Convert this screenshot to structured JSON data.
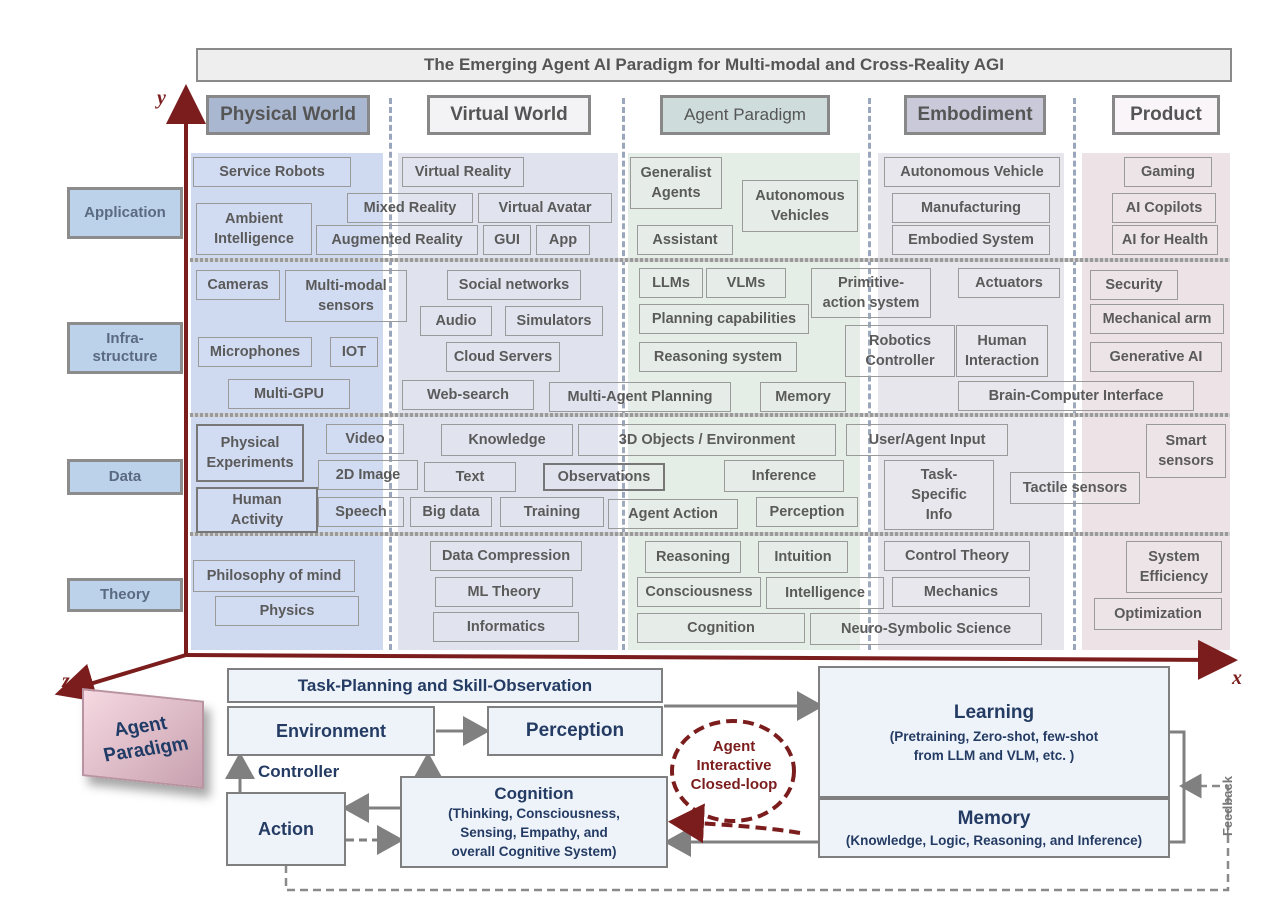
{
  "title": "The Emerging Agent AI Paradigm for Multi-modal and Cross-Reality AGI",
  "axes": {
    "y": "y",
    "x": "x",
    "z": "z"
  },
  "columns": [
    "Physical World",
    "Virtual World",
    "Agent Paradigm",
    "Embodiment",
    "Product"
  ],
  "rows": [
    "Application",
    "Infra-\nstructure",
    "Data",
    "Theory"
  ],
  "cells": {
    "service_robots": "Service Robots",
    "ambient": "Ambient\nIntelligence",
    "vr": "Virtual Reality",
    "mixed": "Mixed Reality",
    "avatar": "Virtual Avatar",
    "ar": "Augmented Reality",
    "gui": "GUI",
    "app": "App",
    "generalist": "Generalist\nAgents",
    "auto_vehicles": "Autonomous\nVehicles",
    "assistant": "Assistant",
    "auto_vehicle": "Autonomous Vehicle",
    "manufacturing": "Manufacturing",
    "embodied": "Embodied System",
    "gaming": "Gaming",
    "copilots": "AI Copilots",
    "health": "AI for Health",
    "cameras": "Cameras",
    "mm_sensors": "Multi-modal\nsensors",
    "microphones": "Microphones",
    "iot": "IOT",
    "multigpu": "Multi-GPU",
    "social": "Social networks",
    "audio": "Audio",
    "simulators": "Simulators",
    "cloud": "Cloud Servers",
    "websearch": "Web-search",
    "llms": "LLMs",
    "vlms": "VLMs",
    "primitive": "Primitive-\naction system",
    "planning_cap": "Planning capabilities",
    "reasoning_sys": "Reasoning system",
    "multi_agent": "Multi-Agent Planning",
    "memory_cell": "Memory",
    "actuators": "Actuators",
    "robotics": "Robotics\nController",
    "human_int": "Human\nInteraction",
    "bci": "Brain-Computer Interface",
    "security": "Security",
    "mech_arm": "Mechanical arm",
    "gen_ai": "Generative AI",
    "phys_exp": "Physical\nExperiments",
    "video": "Video",
    "image2d": "2D Image",
    "human_act": "Human\nActivity",
    "speech": "Speech",
    "knowledge": "Knowledge",
    "text": "Text",
    "bigdata": "Big data",
    "training": "Training",
    "objects3d": "3D Objects / Environment",
    "observations": "Observations",
    "inference": "Inference",
    "agent_action": "Agent Action",
    "perception_cell": "Perception",
    "user_input": "User/Agent  Input",
    "task_specific": "Task-\nSpecific\nInfo",
    "tactile": "Tactile sensors",
    "smart_sensors": "Smart\nsensors",
    "philosophy": "Philosophy of mind",
    "physics": "Physics",
    "data_comp": "Data Compression",
    "ml_theory": "ML Theory",
    "informatics": "Informatics",
    "reasoning": "Reasoning",
    "intuition": "Intuition",
    "consciousness": "Consciousness",
    "intelligence": "Intelligence",
    "cognition_cell": "Cognition",
    "neuro": "Neuro-Symbolic Science",
    "control": "Control Theory",
    "mechanics": "Mechanics",
    "sys_eff": "System\nEfficiency",
    "optimization": "Optimization"
  },
  "paradigm_block": "Agent\nParadigm",
  "loop": {
    "task_planning": "Task-Planning and Skill-Observation",
    "environment": "Environment",
    "perception": "Perception",
    "controller": "Controller",
    "action": "Action",
    "cognition_title": "Cognition",
    "cognition_sub": "(Thinking, Consciousness,\nSensing, Empathy, and\noverall Cognitive System)",
    "closed_loop": "Agent\nInteractive\nClosed-loop",
    "learning_title": "Learning",
    "learning_sub": "(Pretraining, Zero-shot, few-shot\nfrom LLM and VLM, etc. )",
    "memory_title": "Memory",
    "memory_sub": "(Knowledge, Logic, Reasoning, and Inference)",
    "feedback": "Feedback"
  },
  "colors": {
    "axis": "#7b1d1d",
    "physical_bg": "#ccd9f0",
    "virtual_bg": "#dfe3ee",
    "agent_bg": "#e4ede6",
    "embodiment_bg": "#e4e4ec",
    "product_bg": "#ece2e6",
    "loop_text": "#243b63"
  }
}
